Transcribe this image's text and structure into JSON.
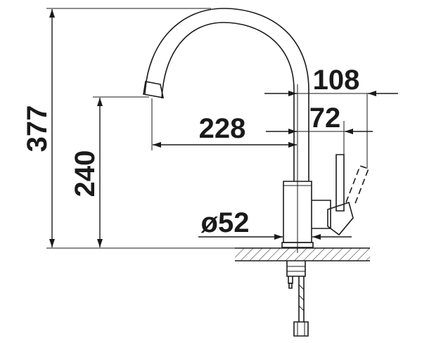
{
  "dimensions": {
    "total_height": "377",
    "spout_height": "240",
    "spout_reach": "228",
    "lever_reach_open": "108",
    "lever_reach": "72",
    "base_diameter": "ø52"
  },
  "colors": {
    "line": "#1a1a1a",
    "background": "#ffffff"
  }
}
